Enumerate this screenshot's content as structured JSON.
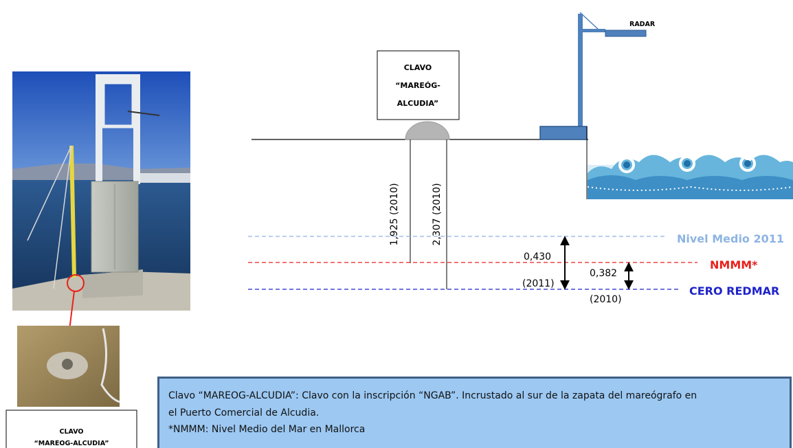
{
  "labels": {
    "radar": "RADAR",
    "clavo_box": [
      "CLAVO",
      "“MAREÓG-",
      "ALCUDIA”"
    ],
    "clavo_photo": [
      "CLAVO",
      "“MAREOG-ALCUDIA”"
    ],
    "dim_1925": "1,925 (2010)",
    "dim_2307": "2,307 (2010)",
    "dim_0430": "0,430",
    "dim_0430_year": "(2011)",
    "dim_0382": "0,382",
    "dim_0382_year": "(2010)",
    "nivel_medio": "Nivel Medio 2011",
    "nmmm": "NMMM*",
    "cero_redmar": "CERO REDMAR"
  },
  "colors": {
    "nivel_medio": "#8db4e2",
    "nmmm": "#e8211c",
    "cero_redmar": "#1f24c8",
    "radar_mast": "#4f81bd",
    "note_bg": "#9cc8f2",
    "note_border": "#3f5f86"
  },
  "note": {
    "line1": "Clavo “MAREOG-ALCUDIA”: Clavo con la inscripción “NGAB”. Incrustado al sur de la zapata del mareógrafo en",
    "line2": "el Puerto Comercial de Alcudia.",
    "line3": "*NMMM: Nivel Medio del Mar en Mallorca"
  },
  "icons": {
    "photo_main": "tide-gauge-photo",
    "photo_detail": "benchmark-nail-photo",
    "waves": "sea-waves-icon",
    "radar": "radar-mast-icon"
  }
}
